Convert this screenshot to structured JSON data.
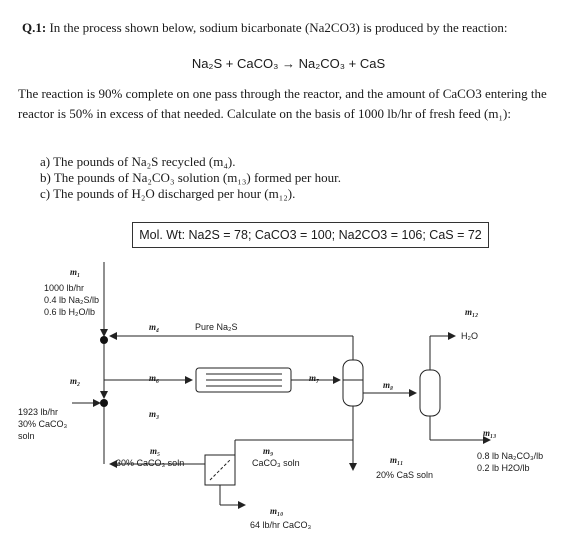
{
  "question": {
    "number": "Q.1:",
    "intro": "In the process shown below, sodium bicarbonate (Na2CO3) is produced by the reaction:",
    "equation": "Na₂S + CaCO₃ → Na₂CO₃ + CaS",
    "paragraph": "The reaction is 90% complete on one pass through the reactor, and the amount of CaCO3 entering the reactor is 50% in excess of that needed. Calculate on the basis of 1000 lb/hr of fresh feed (m₁):",
    "items": [
      "a)  The pounds of Na₂S recycled (m₄).",
      "b)  The pounds of Na₂CO₃ solution (m₁₃) formed per hour.",
      "c)  The pounds of H₂O discharged per hour (m₁₂)."
    ],
    "mol_wt": "Mol. Wt: Na2S = 78; CaCO3 = 100; Na2CO3 = 106; CaS = 72"
  },
  "diagram": {
    "streams": {
      "m1": "m₁",
      "m2": "m₂",
      "m3": "m₃",
      "m4": "m₄",
      "m5": "m₅",
      "m6": "m₆",
      "m7": "m₇",
      "m8": "m₈",
      "m9": "m₉",
      "m10": "m₁₀",
      "m11": "m₁₁",
      "m12": "m₁₂",
      "m13": "m₁₃"
    },
    "feed1": [
      "1000 lb/hr",
      "0.4 lb Na₂S/lb",
      "0.6 lb H₂O/lb"
    ],
    "feed2": [
      "1923 lb/hr",
      "30% CaCO₃",
      "soln"
    ],
    "pure_na2s": "Pure Na₂S",
    "m5_desc": "30% CaCO₃ soln",
    "m9_desc": "CaCO₃ soln",
    "m10_desc": "64 lb/hr CaCO₃",
    "m11_desc": "20% CaS soln",
    "h2o": "H₂O",
    "m13_desc": [
      "0.8 lb Na₂CO₃/lb",
      "0.2 lb H2O/lb"
    ]
  }
}
